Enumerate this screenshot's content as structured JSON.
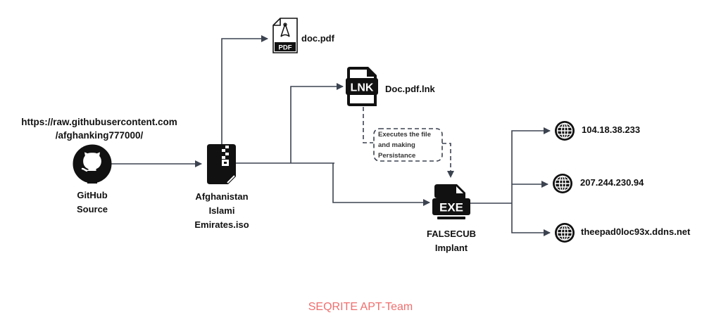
{
  "diagram": {
    "colors": {
      "line": "#3c4350",
      "icon": "#111111",
      "footer": "#f06e6e"
    },
    "nodes": {
      "github": {
        "icon": "github-icon",
        "url_line1": "https://raw.githubusercontent.com",
        "url_line2": "/afghanking777000/",
        "label_line1": "GitHub",
        "label_line2": "Source"
      },
      "iso": {
        "icon": "zip-file-icon",
        "label_line1": "Afghanistan",
        "label_line2": "Islami",
        "label_line3": "Emirates.iso"
      },
      "pdf": {
        "icon": "pdf-file-icon",
        "badge": "PDF",
        "label": "doc.pdf"
      },
      "lnk": {
        "icon": "lnk-file-icon",
        "badge": "LNK",
        "label": "Doc.pdf.lnk"
      },
      "exe": {
        "icon": "exe-file-icon",
        "badge": "EXE",
        "label_line1": "FALSECUB",
        "label_line2": "Implant"
      },
      "c2": [
        {
          "icon": "globe-icon",
          "label": "104.18.38.233"
        },
        {
          "icon": "globe-icon",
          "label": "207.244.230.94"
        },
        {
          "icon": "globe-icon",
          "label": "theepad0loc93x.ddns.net"
        }
      ]
    },
    "annotation": {
      "line1": "Executes the file",
      "line2": "and making",
      "line3": "Persistance"
    },
    "edges": [
      {
        "from": "github",
        "to": "iso",
        "style": "solid"
      },
      {
        "from": "iso",
        "to": "pdf",
        "style": "solid"
      },
      {
        "from": "iso",
        "to": "lnk",
        "style": "solid"
      },
      {
        "from": "iso",
        "to": "exe",
        "style": "solid"
      },
      {
        "from": "lnk",
        "to": "exe",
        "style": "dashed",
        "via": "annotation"
      },
      {
        "from": "exe",
        "to": "c2.0",
        "style": "solid"
      },
      {
        "from": "exe",
        "to": "c2.1",
        "style": "solid"
      },
      {
        "from": "exe",
        "to": "c2.2",
        "style": "solid"
      }
    ]
  },
  "footer": {
    "text": "SEQRITE APT-Team"
  }
}
